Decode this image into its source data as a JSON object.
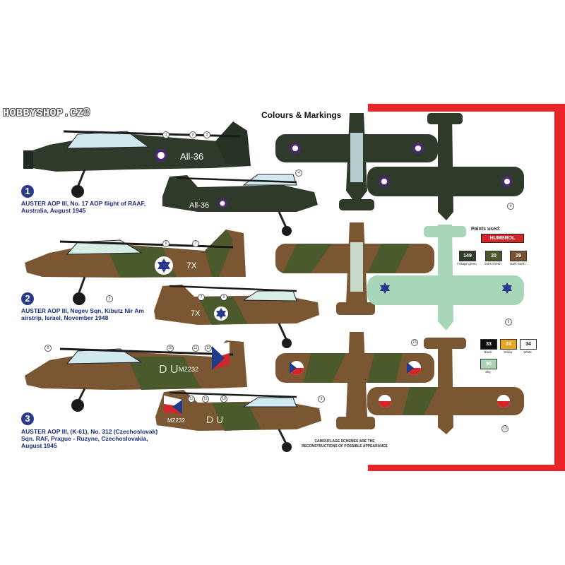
{
  "watermark": "HOBBYSHOP.CZ©",
  "title": "Colours & Markings",
  "schemes": [
    {
      "number": "1",
      "lines": [
        "AUSTER AOP III, No. 17 AOP flight of RAAF,",
        "Australia, August 1945"
      ],
      "serial": "All-36"
    },
    {
      "number": "2",
      "lines": [
        "AUSTER AOP III, Negev Sqn, Kibutz Nir Am",
        "airstrip, Israel, November 1948"
      ],
      "serial": "7X"
    },
    {
      "number": "3",
      "lines": [
        "AUSTER  AOP  III, (K-61), No. 312 (Czechoslovak)",
        "Sqn. RAF, Prague - Ruzyne, Czechoslovakia,",
        "August 1945"
      ],
      "serial": "MZ232",
      "code": "D U"
    }
  ],
  "paints": {
    "label": "Paints used:",
    "brand": "HUMBROL",
    "items": [
      {
        "code": "149",
        "name": "Foliage green",
        "color": "#2f3d2a",
        "text": "#ffffff"
      },
      {
        "code": "30",
        "name": "Dark Green",
        "color": "#4a5a2c",
        "text": "#ffffff"
      },
      {
        "code": "29",
        "name": "Dark Earth",
        "color": "#7a5230",
        "text": "#ffffff"
      },
      {
        "code": "33",
        "name": "Black",
        "color": "#111111",
        "text": "#ffffff"
      },
      {
        "code": "24",
        "name": "Yellow",
        "color": "#e8a422",
        "text": "#ffffff"
      },
      {
        "code": "34",
        "name": "White",
        "color": "#ffffff",
        "text": "#111111"
      },
      {
        "code": "90",
        "name": "Sky",
        "color": "#a9d4b8",
        "text": "#ffffff"
      }
    ]
  },
  "note": [
    "CAMOUFLAGE SCHEMES ARE THE",
    "RECONSTRUCTIONS OF POSSIBLE APPEARANCE"
  ],
  "callouts": [
    "1",
    "2",
    "3",
    "4",
    "5",
    "6",
    "7",
    "8",
    "9",
    "10",
    "11",
    "12",
    "13"
  ],
  "colors": {
    "green": "#2e3b2a",
    "earth": "#7b5632",
    "brown": "#8a5a2c",
    "sky": "#a8d6b8",
    "accent_red": "#e8262a",
    "caption_blue": "#1c2c7c"
  }
}
